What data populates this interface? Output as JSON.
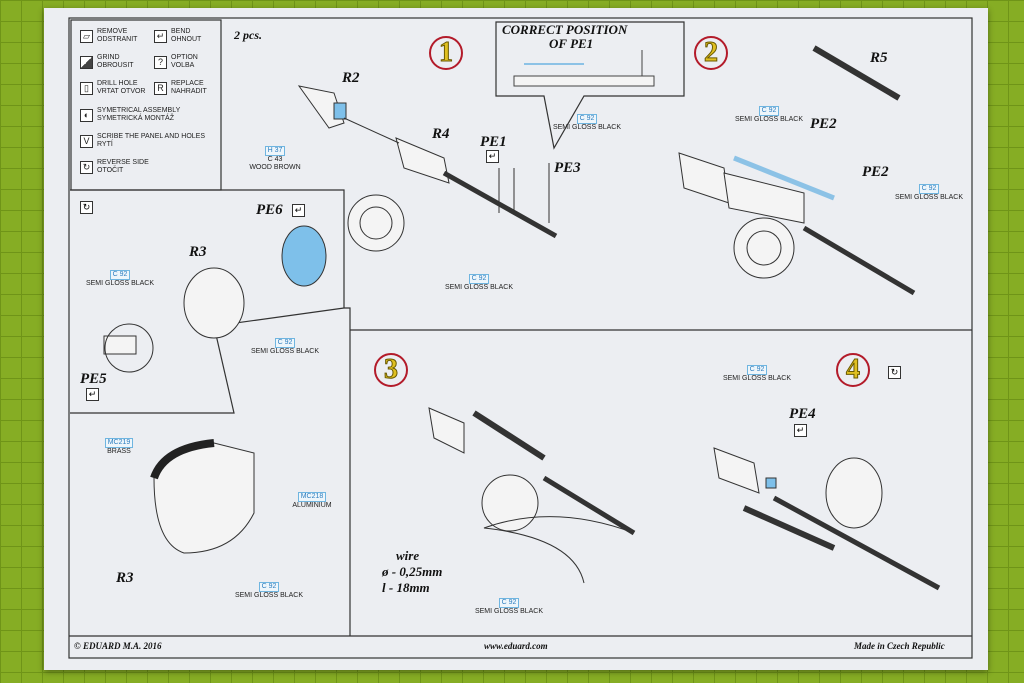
{
  "legend": [
    {
      "icon": "remove-icon",
      "label": "REMOVE\nODSTRANIT"
    },
    {
      "icon": "bend-icon",
      "label": "BEND\nOHNOUT"
    },
    {
      "icon": "grind-icon",
      "label": "GRIND\nOBROUSIT"
    },
    {
      "icon": "option-icon",
      "label": "OPTION\nVOLBA"
    },
    {
      "icon": "drill-hole-icon",
      "label": "DRILL HOLE\nVRTAT OTVOR"
    },
    {
      "icon": "replace-icon",
      "label": "REPLACE\nNAHRADIT"
    },
    {
      "icon": "symmetrical-icon",
      "label": "SYMETRICAL ASSEMBLY\nSYMETRICKÁ MONTÁŽ"
    },
    {
      "icon": "scribe-icon",
      "label": "SCRIBE THE PANEL AND HOLES\nRYTÍ"
    },
    {
      "icon": "reverse-icon",
      "label": "REVERSE SIDE\nOTOČIT"
    }
  ],
  "glyphs": {
    "option": "?",
    "replace": "R",
    "scribe": "V",
    "reverse": "↻",
    "bend": "↵"
  },
  "qty": "2 pcs.",
  "callout": {
    "title": "CORRECT POSITION",
    "title2": "OF PE1"
  },
  "steps": [
    "1",
    "2",
    "3",
    "4"
  ],
  "parts": {
    "r2": "R2",
    "r4": "R4",
    "pe1": "PE1",
    "pe3": "PE3",
    "r5": "R5",
    "pe2": "PE2",
    "pe6": "PE6",
    "r3": "R3",
    "pe5": "PE5",
    "pe4": "PE4"
  },
  "paints": {
    "h37": "H 37",
    "c43": "C 43",
    "wood": "WOOD BROWN",
    "c92": "C 92",
    "sgb": "SEMI GLOSS BLACK",
    "mc219": "MC219",
    "brass": "BRASS",
    "mc218": "MC218",
    "alu": "ALUMINIUM"
  },
  "wire": {
    "title": "wire",
    "diam": "ø - 0,25mm",
    "len": "l - 18mm"
  },
  "footer": {
    "copyright": "© EDUARD  M.A. 2016",
    "url": "www.eduard.com",
    "made": "Made in Czech Republic"
  },
  "colors": {
    "paper": "#eceef2",
    "mat": "#86ad24",
    "step_ring": "#b31b2a",
    "step_num": "#e0c020",
    "pe_blue": "#6fb5e0"
  }
}
